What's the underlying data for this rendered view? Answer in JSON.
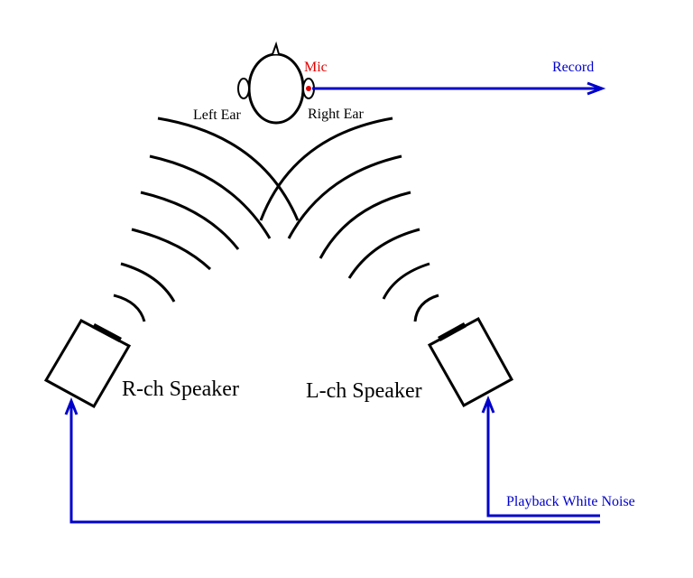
{
  "labels": {
    "mic": "Mic",
    "record": "Record",
    "left_ear": "Left Ear",
    "right_ear": "Right Ear",
    "r_speaker": "R-ch Speaker",
    "l_speaker": "L-ch Speaker",
    "playback": "Playback White Noise"
  },
  "colors": {
    "ink": "#000000",
    "signal": "#0000cc",
    "mic": "#e00000",
    "record_text": "#0000cc"
  }
}
